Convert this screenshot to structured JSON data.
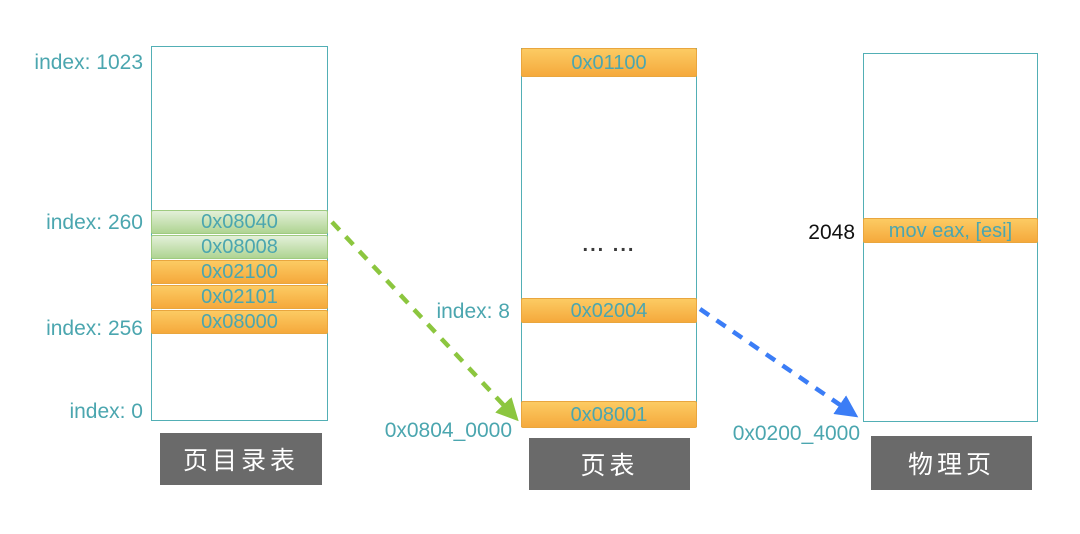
{
  "colors": {
    "teal_text": "#4BA6AF",
    "teal_border": "#52AFB5",
    "orange_border": "#E9A63E",
    "orange_light": "#FCCB63",
    "orange_dark": "#F5A93C",
    "green_border": "#9FCB80",
    "green_light": "#E3F0D9",
    "green_dark": "#AFD492",
    "green_arrow": "#8CC63F",
    "blue_arrow": "#3B7DF6",
    "label_bg": "#6A6A6A",
    "label_text": "#FFFFFF"
  },
  "page_directory": {
    "title": "页目录表",
    "index_top": "index: 1023",
    "index_260": "index: 260",
    "index_256": "index: 256",
    "index_0": "index: 0",
    "rows": [
      {
        "value": "0x08040",
        "type": "green"
      },
      {
        "value": "0x08008",
        "type": "green"
      },
      {
        "value": "0x02100",
        "type": "orange"
      },
      {
        "value": "0x02101",
        "type": "orange"
      },
      {
        "value": "0x08000",
        "type": "orange"
      }
    ]
  },
  "page_table": {
    "title": "页表",
    "base_address": "0x0804_0000",
    "index_label": "index: 8",
    "top_row": "0x01100",
    "ellipsis": "... ...",
    "middle_row": "0x02004",
    "bottom_row": "0x08001"
  },
  "physical_page": {
    "title": "物理页",
    "base_address": "0x0200_4000",
    "offset_label": "2048",
    "row": "mov eax, [esi]"
  }
}
